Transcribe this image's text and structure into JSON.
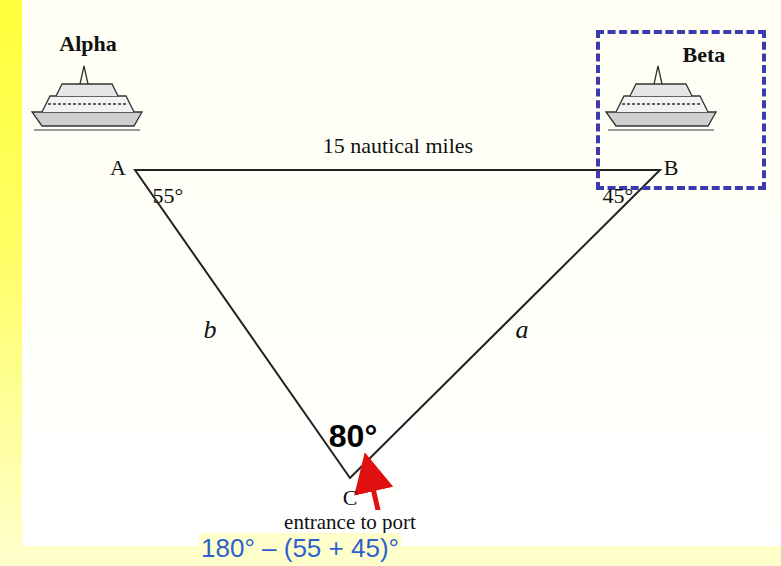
{
  "diagram": {
    "nodes": [
      {
        "text": [
          "Beta"
        ]
      }
    ],
    "labels": [
      "Alpha",
      "15 nautical miles",
      "A",
      "B",
      "55°",
      "45°",
      "b",
      "a",
      "80°",
      "C",
      "entrance to port",
      "180° – (55 + 45)°"
    ]
  }
}
